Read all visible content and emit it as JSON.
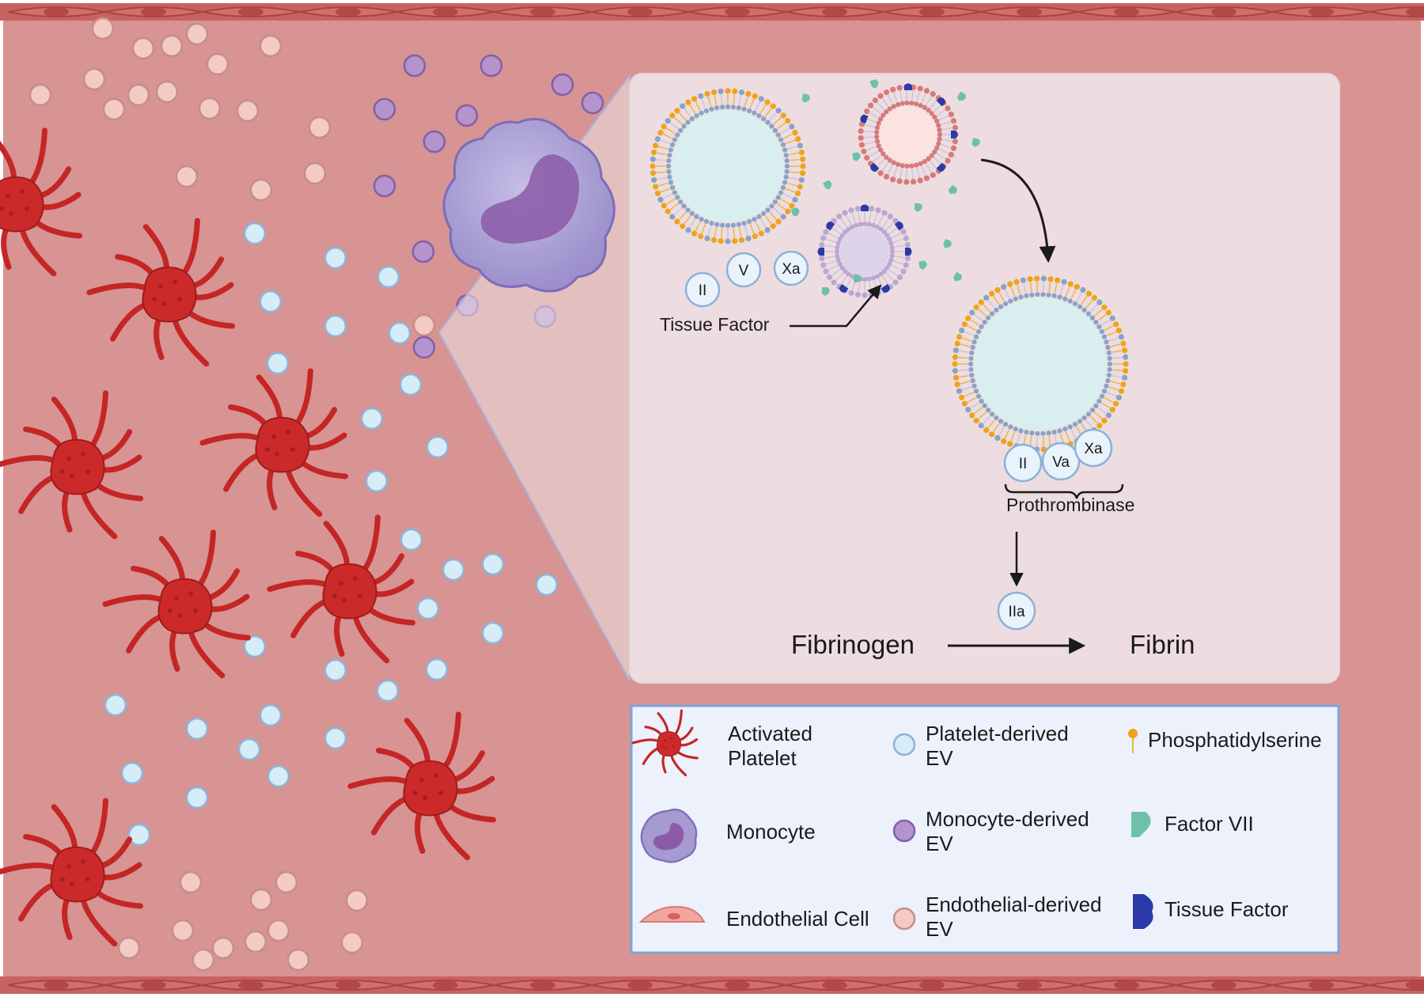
{
  "diagram": {
    "labels": {
      "tissue_factor": "Tissue Factor",
      "prothrombinase": "Prothrombinase",
      "fibrinogen": "Fibrinogen",
      "fibrin": "Fibrin"
    },
    "factors_free": [
      "II",
      "V",
      "Xa"
    ],
    "factors_complex": [
      "II",
      "Va",
      "Xa"
    ],
    "thrombin": "IIa"
  },
  "legend": {
    "items": [
      {
        "id": "activated-platelet",
        "lines": [
          "Activated",
          "Platelet"
        ]
      },
      {
        "id": "platelet-derived-ev",
        "lines": [
          "Platelet-derived",
          "EV"
        ]
      },
      {
        "id": "phosphatidylserine",
        "lines": [
          "Phosphatidylserine"
        ]
      },
      {
        "id": "monocyte",
        "lines": [
          "Monocyte"
        ]
      },
      {
        "id": "monocyte-derived-ev",
        "lines": [
          "Monocyte-derived",
          "EV"
        ]
      },
      {
        "id": "factor-vii",
        "lines": [
          "Factor VII"
        ]
      },
      {
        "id": "endothelial-cell",
        "lines": [
          "Endothelial Cell"
        ]
      },
      {
        "id": "endothelial-derived-ev",
        "lines": [
          "Endothelial-derived",
          "EV"
        ]
      },
      {
        "id": "tissue-factor",
        "lines": [
          "Tissue Factor"
        ]
      }
    ]
  },
  "colors": {
    "vessel_lumen": "#d89393",
    "vessel_wall": "#c45a5a",
    "platelet": "#cc2a2a",
    "platelet_ev": "#d6ecf6",
    "monocyte_ev": "#b593cc",
    "endothelial_ev": "#f3cbc4",
    "monocyte": "#a59bd0",
    "phosphatidylserine": "#f0a21c",
    "factor_vii": "#6cc1a6",
    "tissue_factor": "#2a3aa8",
    "panel_bg": "#ede0e3",
    "legend_bg": "#ecf1fb",
    "legend_border": "#7fa3d9"
  }
}
